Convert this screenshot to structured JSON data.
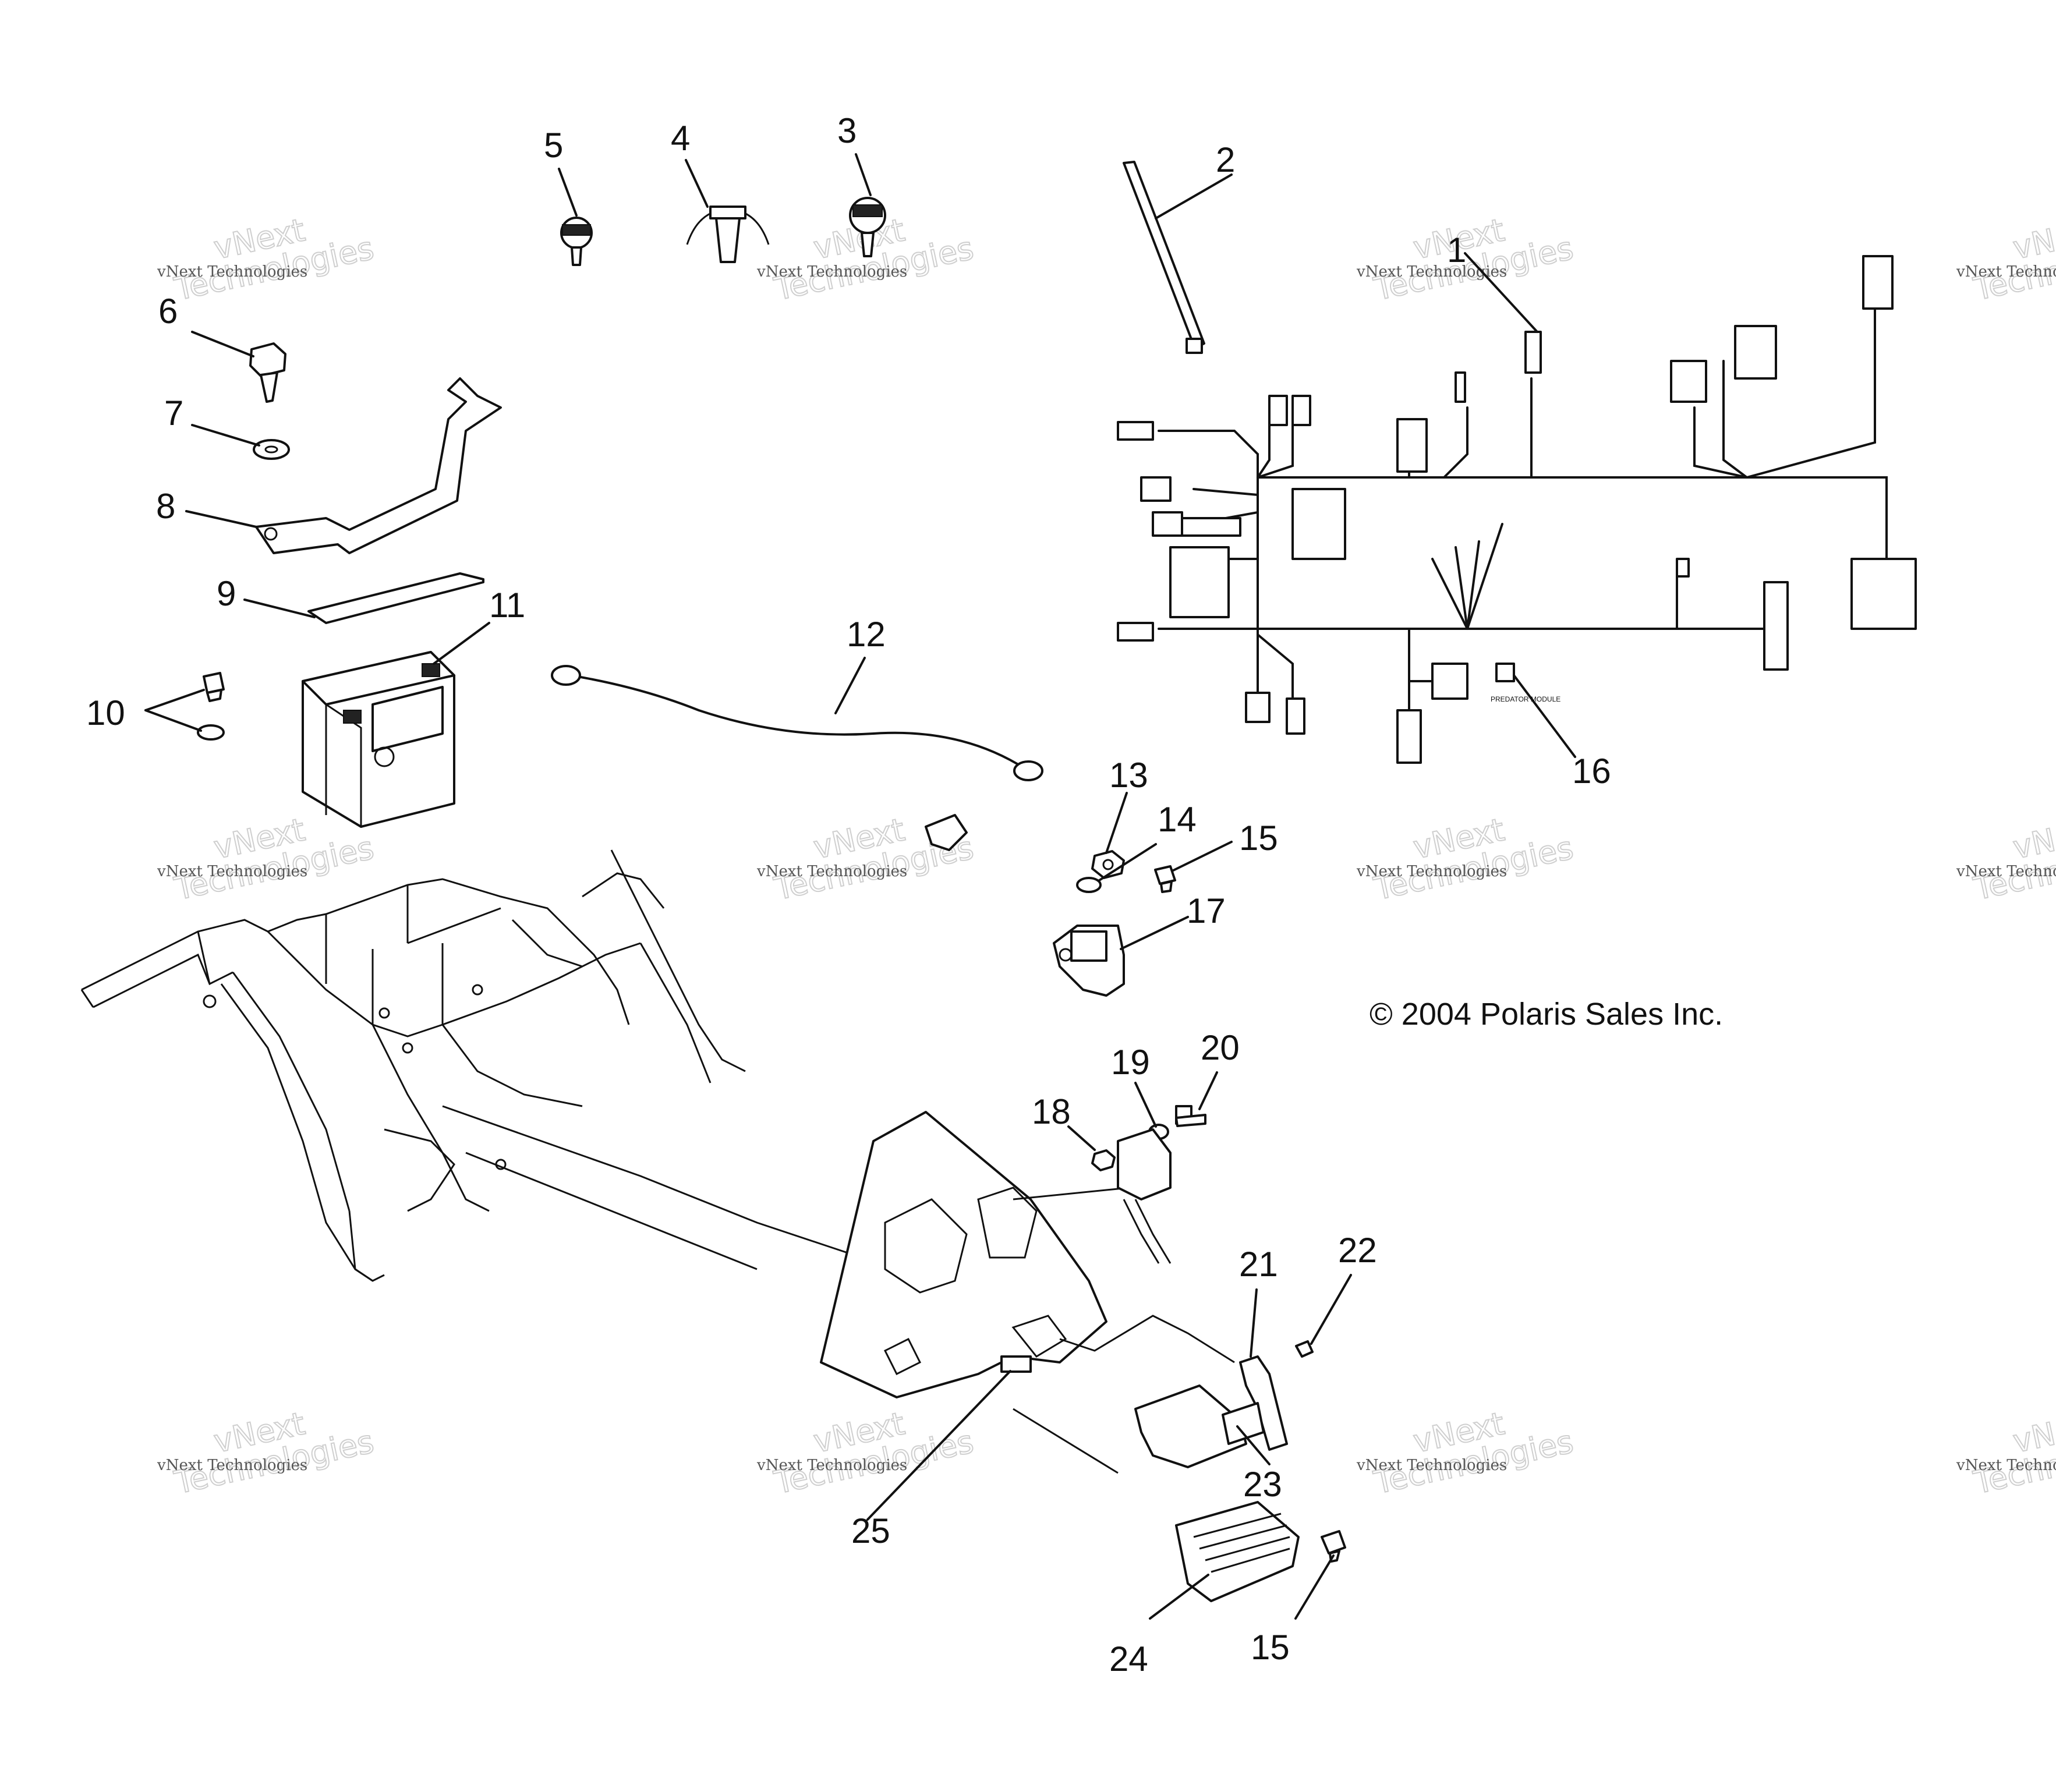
{
  "diagram": {
    "copyright": "© 2004 Polaris Sales Inc.",
    "watermark": {
      "line1": "vNext Technologies",
      "line2": "vNext\nTechnologies"
    },
    "callouts": [
      "1",
      "2",
      "3",
      "4",
      "5",
      "6",
      "7",
      "8",
      "9",
      "10",
      "11",
      "12",
      "13",
      "14",
      "15",
      "16",
      "17",
      "18",
      "19",
      "20",
      "21",
      "22",
      "23",
      "24",
      "25",
      "15"
    ],
    "module_label": "PREDATOR MODULE"
  }
}
